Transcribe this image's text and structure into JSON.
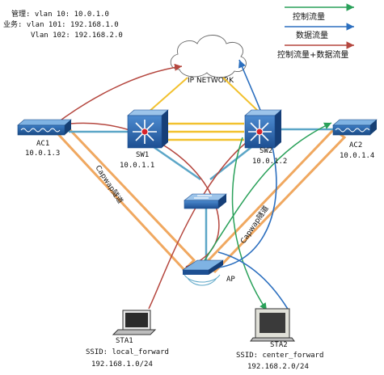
{
  "header": {
    "mgmt": "管理: vlan 10: 10.0.1.0",
    "biz": "业务: vlan 101: 192.168.1.0",
    "vlan102": "Vlan 102: 192.168.2.0"
  },
  "legend": {
    "control": "控制流量",
    "data": "数据流量",
    "both": "控制流量+数据流量"
  },
  "colors": {
    "control": "#2aa15a",
    "data": "#2c6fbf",
    "both": "#b5473f",
    "trunk": "#f2c12e",
    "link": "#5ba6c7",
    "capwap": "#f0a860"
  },
  "cloud": {
    "label": "IP NETWORK"
  },
  "ac1": {
    "name": "AC1",
    "ip": "10.0.1.3"
  },
  "ac2": {
    "name": "AC2",
    "ip": "10.0.1.4"
  },
  "sw1": {
    "name": "SW1",
    "ip": "10.0.1.1"
  },
  "sw2": {
    "name": "SW2",
    "ip": "10.0.1.2"
  },
  "ap": {
    "name": "AP"
  },
  "tunnel_left": {
    "label": "Capwap隧道"
  },
  "tunnel_right": {
    "label": "Capwap隧道"
  },
  "sta1": {
    "name": "STA1",
    "ssid": "SSID: local_forward",
    "net": "192.168.1.0/24"
  },
  "sta2": {
    "name": "STA2",
    "ssid": "SSID: center_forward",
    "net": "192.168.2.0/24"
  }
}
